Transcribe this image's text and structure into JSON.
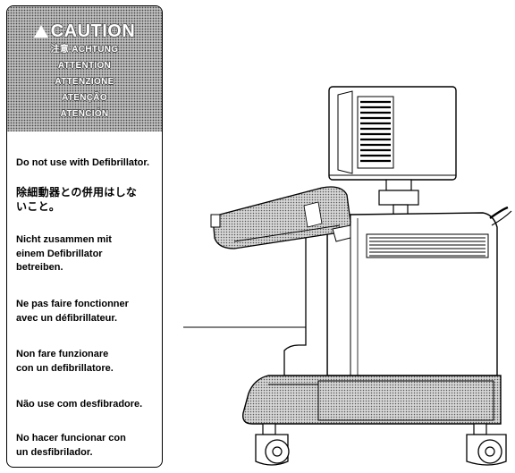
{
  "label": {
    "header": {
      "title": "CAUTION",
      "lines": [
        "注意 ACHTUNG",
        "ATTENTION",
        "ATTENZIONE",
        "ATENÇÃO",
        "ATENCIÓN"
      ]
    },
    "paragraphs": [
      "Do not use with Defibrillator.",
      "除細動器との併用はしな\nいこと。",
      "Nicht zusammen mit\neinem Defibrillator\nbetreiben.",
      "Ne pas faire fonctionner\navec un défibrillateur.",
      "Non fare funzionare\ncon un defibrillatore.",
      "Não use com desfibradore.",
      "No hacer funcionar con\nun desfibrilador."
    ]
  },
  "colors": {
    "ink": "#000000",
    "background": "#ffffff",
    "halftone_light": "#bdbdbd",
    "halftone_dot": "#444444"
  },
  "icons": [
    "warning-triangle-icon"
  ]
}
